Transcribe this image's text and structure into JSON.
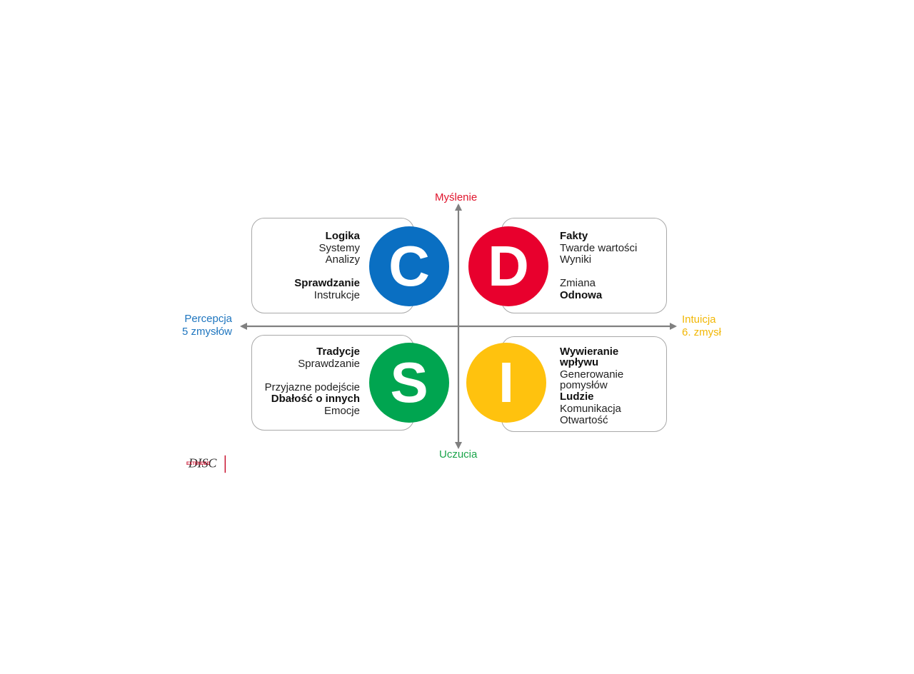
{
  "colors": {
    "c": "#0a6fc2",
    "d": "#e8002d",
    "s": "#00a550",
    "i": "#ffc20e",
    "axis": "#808080",
    "thinking": "#e0142c",
    "feeling": "#1aa44a",
    "perception": "#1f76bf",
    "intuition": "#f2b705"
  },
  "axes": {
    "top": "Myślenie",
    "bottom": "Uczucia",
    "left_line1": "Percepcja",
    "left_line2": "5 zmysłów",
    "right_line1": "Intuicja",
    "right_line2": "6. zmysł"
  },
  "quadrants": {
    "c": {
      "letter": "C",
      "lines": [
        "Logika",
        "Systemy",
        "Analizy",
        "",
        "Sprawdzanie",
        "Instrukcje"
      ]
    },
    "d": {
      "letter": "D",
      "lines": [
        "Fakty",
        "Twarde wartości",
        "Wyniki",
        "",
        "Zmiana",
        "Odnowa"
      ]
    },
    "s": {
      "letter": "S",
      "lines": [
        "Tradycje",
        "Sprawdzanie",
        "",
        "Przyjazne podejście",
        "Dbałość o innych",
        "Emocje"
      ]
    },
    "i": {
      "letter": "I",
      "lines": [
        "Wywieranie",
        "wpływu",
        "Generowanie",
        "pomysłów",
        "Ludzie",
        "Komunikacja",
        "Otwartość"
      ]
    }
  },
  "logo": {
    "text": "DISC",
    "subtext": "EXTENDED"
  }
}
